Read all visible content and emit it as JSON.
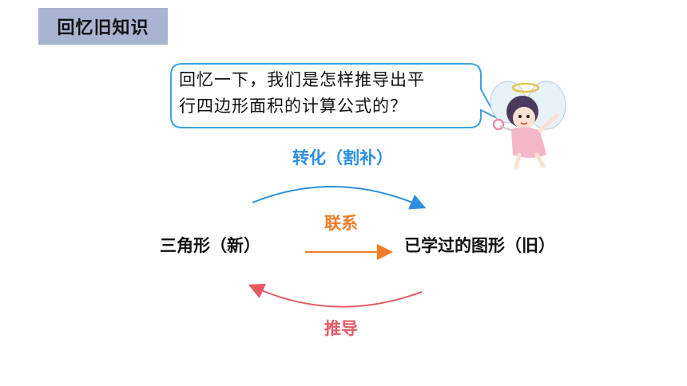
{
  "section_tag": "回忆旧知识",
  "question": {
    "line1": "回忆一下，我们是怎样推导出平",
    "line2": "行四边形面积的计算公式的？"
  },
  "diagram": {
    "top_label": "转化（割补）",
    "middle_label": "联系",
    "bottom_label": "推导",
    "left_node": "三角形（新）",
    "right_node": "已学过的图形（旧）"
  },
  "colors": {
    "tag_bg": "#a9b4d1",
    "bubble_border": "#3fa3dd",
    "top_arrow": "#2e8fe0",
    "middle_arrow": "#f07c2a",
    "bottom_arrow": "#e65a66"
  }
}
